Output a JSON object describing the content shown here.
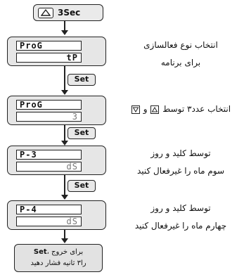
{
  "top_button": {
    "label": "3Sec",
    "icon": "up-triangle-icon"
  },
  "steps": [
    {
      "row1": "ProG",
      "row2": "tP",
      "desc_line1": "انتخاب نوع فعالسازی",
      "desc_line2": "برای برنامه"
    },
    {
      "row1": "ProG",
      "row2": "3",
      "desc_line1": "انتخاب عدد۳ توسط",
      "desc_line2": ""
    },
    {
      "row1": "P-3",
      "row2": "dS",
      "desc_line1": "توسط کلید و روز",
      "desc_line2": "سوم ماه را غیرفعال کنید"
    },
    {
      "row1": "P-4",
      "row2": "dS",
      "desc_line1": "توسط کلید و روز",
      "desc_line2": "چهارم ماه را غیرفعال کنید"
    }
  ],
  "set_label": "Set",
  "end_box": {
    "line1_prefix": "برای خروج ،",
    "line1_key": "Set",
    "line2": "را۳ ثانیه فشار دهید"
  }
}
